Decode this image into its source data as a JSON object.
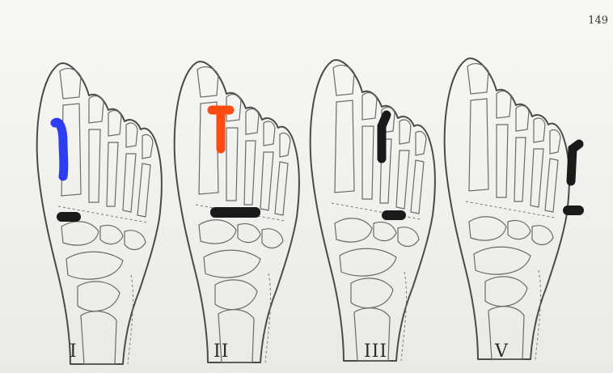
{
  "page_number": "149",
  "figures": [
    {
      "label": "I",
      "marks": [
        {
          "color": "#2d3df0",
          "kind": "band"
        },
        {
          "color": "#1a1a1a",
          "kind": "bar"
        }
      ]
    },
    {
      "label": "II",
      "marks": [
        {
          "color": "#ff4a12",
          "kind": "band"
        },
        {
          "color": "#1a1a1a",
          "kind": "bar"
        }
      ]
    },
    {
      "label": "III",
      "marks": [
        {
          "color": "#1a1a1a",
          "kind": "band"
        },
        {
          "color": "#1a1a1a",
          "kind": "bar"
        }
      ]
    },
    {
      "label": "V",
      "marks": [
        {
          "color": "#1a1a1a",
          "kind": "band"
        },
        {
          "color": "#1a1a1a",
          "kind": "bar"
        }
      ]
    }
  ]
}
